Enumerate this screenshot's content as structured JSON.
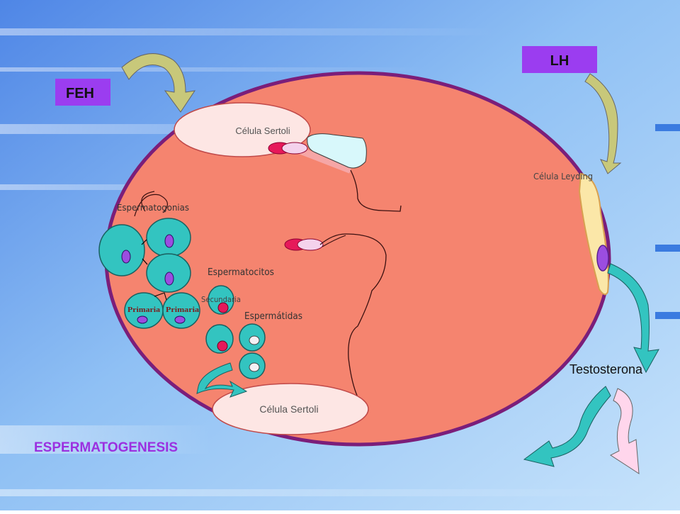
{
  "hormones": {
    "feh": "FEH",
    "lh": "LH",
    "testosterone": "Testosterona"
  },
  "cells": {
    "sertoli_top": "Célula Sertoli",
    "sertoli_bottom": "Célula Sertoli",
    "leydig": "Célula Leyding",
    "spermatogonia": "Espermatogonias",
    "spermatocytes": "Espermatocitos",
    "primary_1": "Primaria",
    "primary_2": "Primaria",
    "secondary": "Secundaria",
    "spermatids": "Espermátidas"
  },
  "title": "ESPERMATOGENESIS",
  "colors": {
    "tubule_fill": "#f5846f",
    "tubule_border": "#7b1e7a",
    "hormone_box": "#9b3df0",
    "title_text": "#9b30e0",
    "cell_teal": "#33c4c0",
    "nucleus_purple": "#9b4de0",
    "nucleus_red": "#e6195a"
  }
}
